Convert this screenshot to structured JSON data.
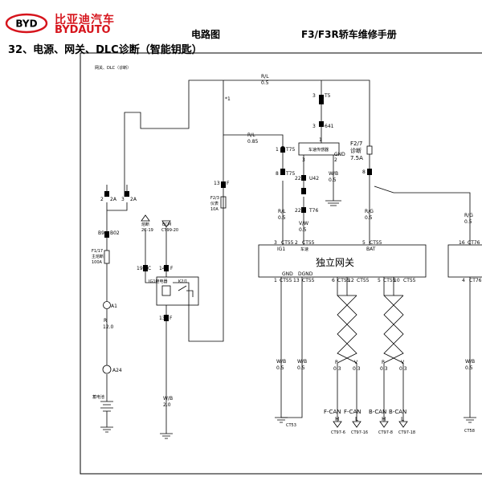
{
  "header": {
    "brand_cn": "比亚迪汽车",
    "brand_en": "BYDAUTO",
    "logo_text": "BYD",
    "center_title": "电路图",
    "right_title": "F3/F3R轿车维修手册",
    "brand_color": "#d6141c"
  },
  "section_title": "32、电源、网关、DLC诊断（智能钥匙）",
  "diagram": {
    "dlc_label": "网关、DLC（诊断）",
    "wire_top": {
      "color": "R/L",
      "size": "0.5"
    },
    "wire_mid": {
      "color": "R/L",
      "size": "0.85"
    },
    "note_star": "*1",
    "con_t5": {
      "pin": "3",
      "name": "T5"
    },
    "con_41": {
      "pin": "3",
      "name": "641"
    },
    "speed_sensor": "车速传感器",
    "speed_pins": {
      "left": "3",
      "right": "2",
      "top": "1",
      "gnd": "GND"
    },
    "con_t75_top": {
      "pin": "1",
      "name": "T75"
    },
    "con_t75_bot": {
      "pin": "8",
      "name": "T75"
    },
    "con_u42": {
      "pin": "22",
      "name": "U42"
    },
    "con_t76": {
      "pin": "22",
      "name": "T76"
    },
    "wire_wb_sensor": {
      "color": "W/B",
      "size": "0.5"
    },
    "fuse_f27": {
      "name": "F2/7",
      "desc": "诊断",
      "rating": "7.5A"
    },
    "con_8": "8",
    "con_2a_left": {
      "pin": "2",
      "name": "2A"
    },
    "con_2a_right": {
      "pin": "3",
      "name": "2A"
    },
    "con_b9": {
      "left": "B9",
      "right": "B02"
    },
    "fuse_main": {
      "name": "F1/17",
      "desc": "主熔断",
      "rating": "100A"
    },
    "con_a1": "A1",
    "wire_r": {
      "color": "R",
      "size": "12.0"
    },
    "con_a24": "A24",
    "battery": "蓄电池",
    "con_13f": {
      "pin": "13",
      "name": "F"
    },
    "fuse_f23": {
      "name": "F2/3",
      "desc": "仪表",
      "rating": "10A"
    },
    "fuse_small_label": "熔断",
    "ref_2c19": {
      "title": "熔断",
      "code": "2C-19"
    },
    "ref_bcm": {
      "title": "BCM",
      "code": "CT99-20"
    },
    "con_19c": {
      "pin": "19",
      "name": "C"
    },
    "con_14f": {
      "pin": "14",
      "name": "F"
    },
    "relay_label": "IG1继电器",
    "relay_k2": "K2/1",
    "con_13f_b": {
      "pin": "13",
      "name": "F"
    },
    "wire_wb_20": {
      "color": "W/B",
      "size": "2.0"
    },
    "wire_rl_gw": {
      "color": "R/L",
      "size": "0.5"
    },
    "wire_vw": {
      "color": "V/W",
      "size": "0.5"
    },
    "wire_rg_gw": {
      "color": "R/G",
      "size": "0.5"
    },
    "wire_rg_right": {
      "color": "R/G",
      "size": "0.5"
    },
    "gateway_name": "独立网关",
    "gw_pins_top": [
      {
        "pin": "3",
        "name": "CT55",
        "func": "IG1"
      },
      {
        "pin": "2",
        "name": "CT55",
        "func": "车速"
      },
      {
        "pin": "5",
        "name": "CT55",
        "func": "BAT"
      }
    ],
    "gw_pins_bottom": [
      {
        "pin": "1",
        "name": "CT55",
        "func": "GND"
      },
      {
        "pin": "13",
        "name": "CT55",
        "func": "DGND"
      },
      {
        "pin": "6",
        "name": "CT55"
      },
      {
        "pin": "12",
        "name": "CT55"
      },
      {
        "pin": "5",
        "name": "CT55"
      },
      {
        "pin": "10",
        "name": "CT55"
      }
    ],
    "right_module_pin_top": {
      "pin": "16",
      "name": "CT76"
    },
    "right_module_pin_bot": {
      "pin": "4",
      "name": "CT76"
    },
    "wire_wb_gnd1": {
      "color": "W/B",
      "size": "0.5"
    },
    "wire_wb_gnd2": {
      "color": "W/B",
      "size": "0.5"
    },
    "wire_wb_right": {
      "color": "W/B",
      "size": "0.5"
    },
    "can_wires": [
      {
        "color": "P",
        "size": "0.3"
      },
      {
        "color": "V",
        "size": "0.3"
      },
      {
        "color": "P",
        "size": "0.3"
      },
      {
        "color": "V",
        "size": "0.3"
      }
    ],
    "can_labels": [
      {
        "bus": "F-CAN",
        "level": "H",
        "pin": "CT97-6"
      },
      {
        "bus": "F-CAN",
        "level": "L",
        "pin": "CT97-16"
      },
      {
        "bus": "B-CAN",
        "level": "H",
        "pin": "CT97-8"
      },
      {
        "bus": "B-CAN",
        "level": "L",
        "pin": "CT97-18"
      }
    ],
    "ground_ct53": "CT53",
    "ground_ct58": "CT58"
  }
}
